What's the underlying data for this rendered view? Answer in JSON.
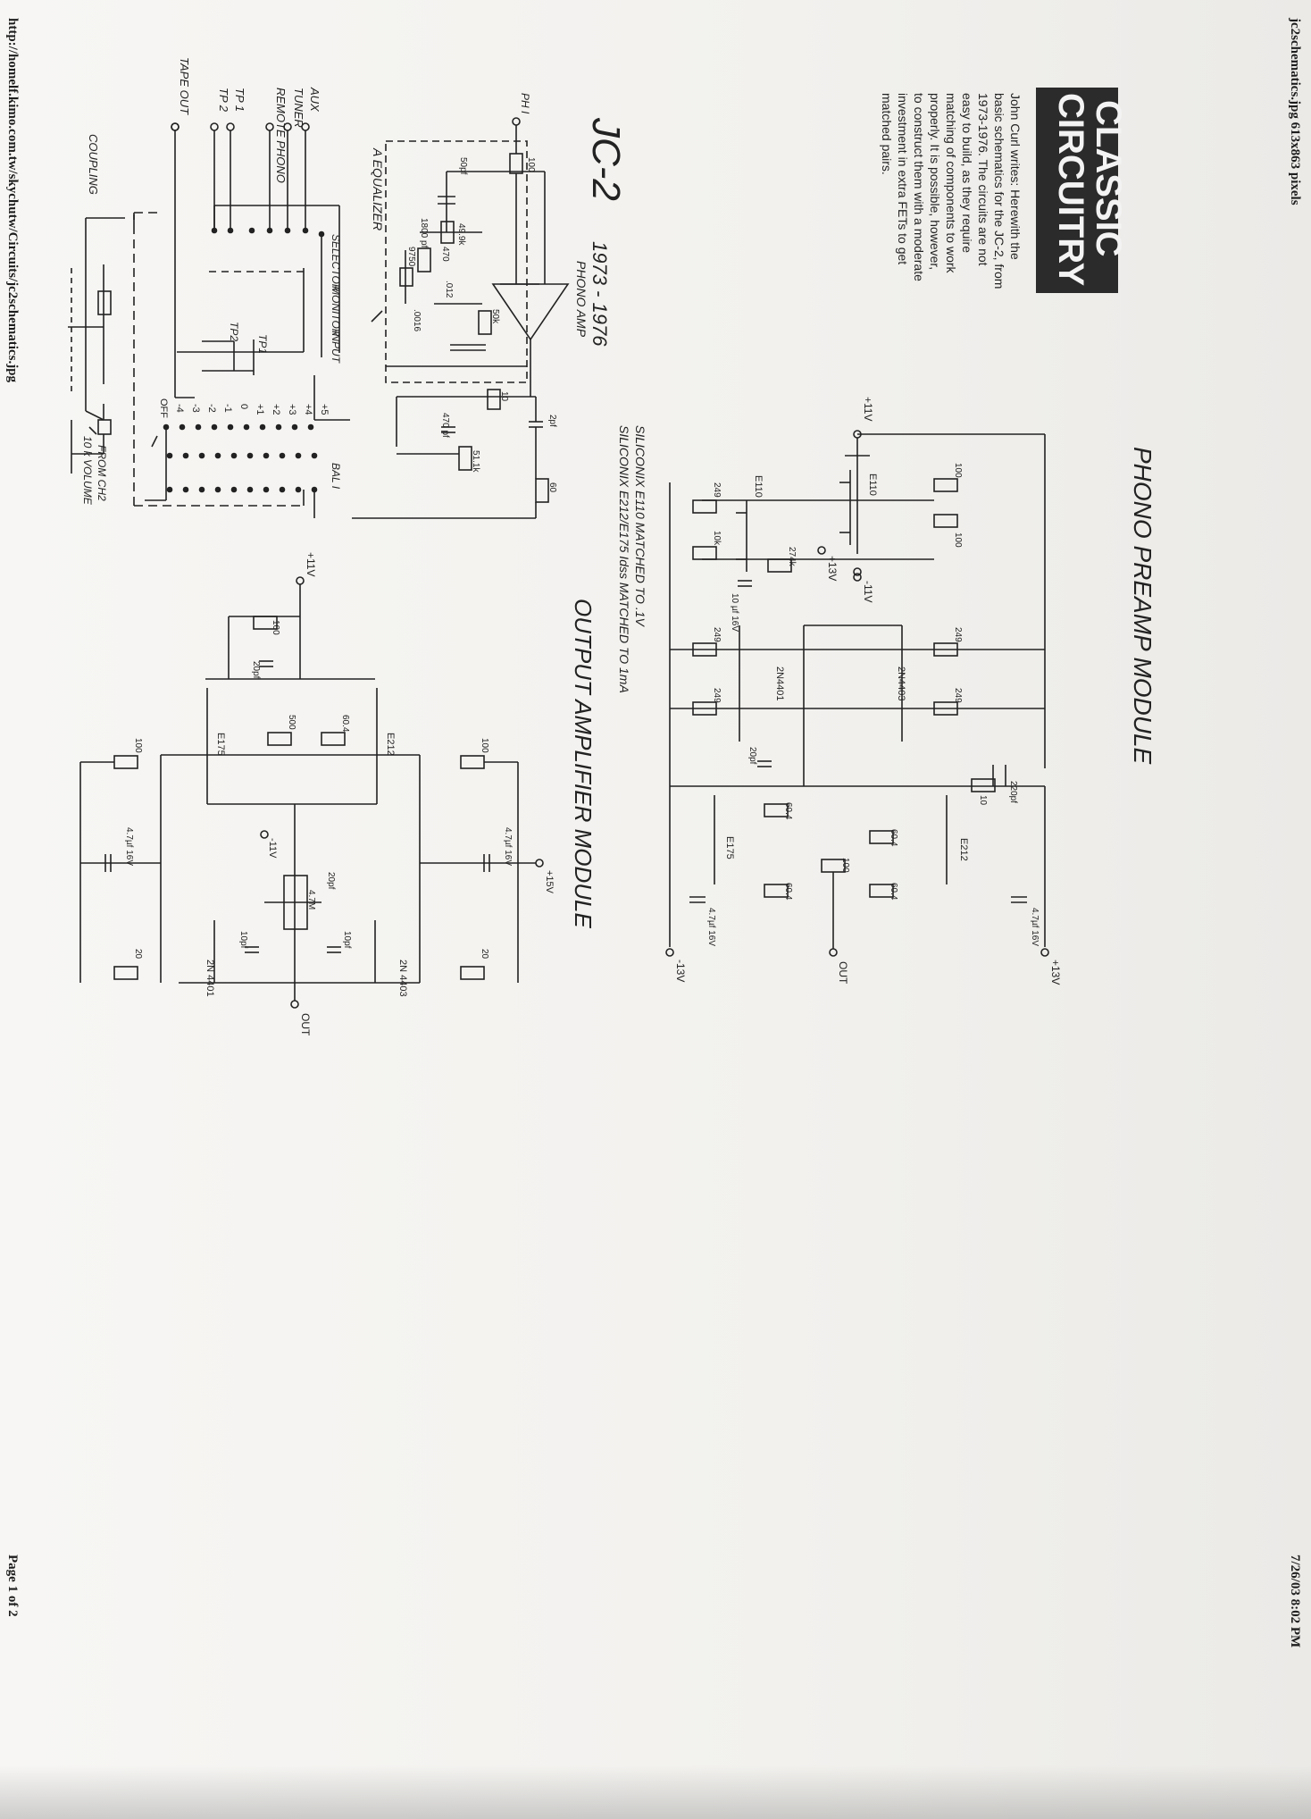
{
  "header": {
    "top_left": "jc2schematics.jpg 613x863 pixels",
    "top_right": "7/26/03 8:02 PM",
    "bottom_left": "http://homelf.kimo.com.tw/skychutw/Circuits/jc2schematics.jpg",
    "bottom_right": "Page 1 of 2"
  },
  "logo": {
    "line1": "CLASSIC",
    "line2": "CIRCUITRY"
  },
  "intro": {
    "lines": [
      "John Curl writes: Herewith the",
      "basic schematics for the JC-2, from",
      "1973-1976. The circuits are not",
      "easy to build, as they require",
      "matching of components to work",
      "properly. It is possible, however,",
      "to construct them with a moderate",
      "investment in extra FETs to get",
      "matched pairs."
    ]
  },
  "title": {
    "model": "JC-2",
    "years": "1973 - 1976"
  },
  "modules": {
    "phono_preamp": "PHONO PREAMP MODULE",
    "output_amp": "OUTPUT AMPLIFIER MODULE",
    "phono_amp": "PHONO AMP",
    "equalizer": "A EQUALIZER"
  },
  "notes": {
    "line1": "SILICONIX E110 MATCHED TO .1V",
    "line2": "SILICONIX E212/E175 Idss MATCHED TO 1mA"
  },
  "inputs": [
    "AUX",
    "TUNER",
    "REMOTE PHONO",
    "TP 1",
    "TP 2"
  ],
  "tape_out": "TAPE OUT",
  "coupling": "COUPLING",
  "switch_labels": {
    "selector": "SELECTOR",
    "monitor": "MONITOR",
    "input": "INPUT",
    "bal": "BAL I",
    "tp1": "TP1",
    "tp2": "TP2"
  },
  "gain_steps": [
    "+5",
    "+4",
    "+3",
    "+2",
    "+1",
    "0",
    "-1",
    "-2",
    "-3",
    "-4",
    "OFF"
  ],
  "volume": {
    "label": "10 k VOLUME",
    "from": "FROM CH2"
  },
  "phono_in": "PH I",
  "eq_parts": [
    "100",
    "50pf",
    "49.9k",
    "1800 pf",
    "470",
    "9750",
    ".012",
    ".0016",
    "50k",
    "10",
    "470 pf",
    "2pf",
    "51.1k",
    "60"
  ],
  "preamp_parts": {
    "supply_pos": "+11V",
    "supply_neg": "-11V",
    "rail_pos": "+13V",
    "rail_neg": "-13V",
    "out": "OUT",
    "e110_a": "E110",
    "e110_b": "E110",
    "j2n4401": "2N4401",
    "j2n4403": "2N4403",
    "e175": "E175",
    "e212": "E212",
    "r100a": "100",
    "r100b": "100",
    "r249a": "249",
    "r10k": "10k",
    "r274k": "274k",
    "r249b": "249",
    "r249c": "249",
    "r249d": "249",
    "r249e": "249",
    "c10uf": "10 µf 16V",
    "c20pf": "20pf",
    "r60a": "60.4",
    "r60b": "60.4",
    "r60c": "60.4",
    "r60d": "60.4",
    "r100c": "100",
    "r10": "10",
    "c220": "220pf",
    "c47a": "4.7µf 16V",
    "c47b": "4.7µf 16V"
  },
  "output_parts": {
    "supply": "+11V",
    "neg": "-11V",
    "pos15": "+15V",
    "out": "OUT",
    "r100": "100",
    "c20pf": "20pf",
    "e175": "E175",
    "e212": "E212",
    "r500": "500",
    "r604": "60.4",
    "r47m": "4.7M",
    "c20b": "20pf",
    "c10a": "10pf",
    "c10b": "10pf",
    "q1": "2N 4401",
    "q2": "2N 4403",
    "r100a": "100",
    "r100b": "100",
    "r20a": "20",
    "r20b": "20",
    "c47a": "4.7µf 16V",
    "c47b": "4.7µf 16V"
  },
  "colors": {
    "ink": "#222222",
    "paper": "#f4f3f1",
    "logo_bg": "#2b2b2b"
  }
}
